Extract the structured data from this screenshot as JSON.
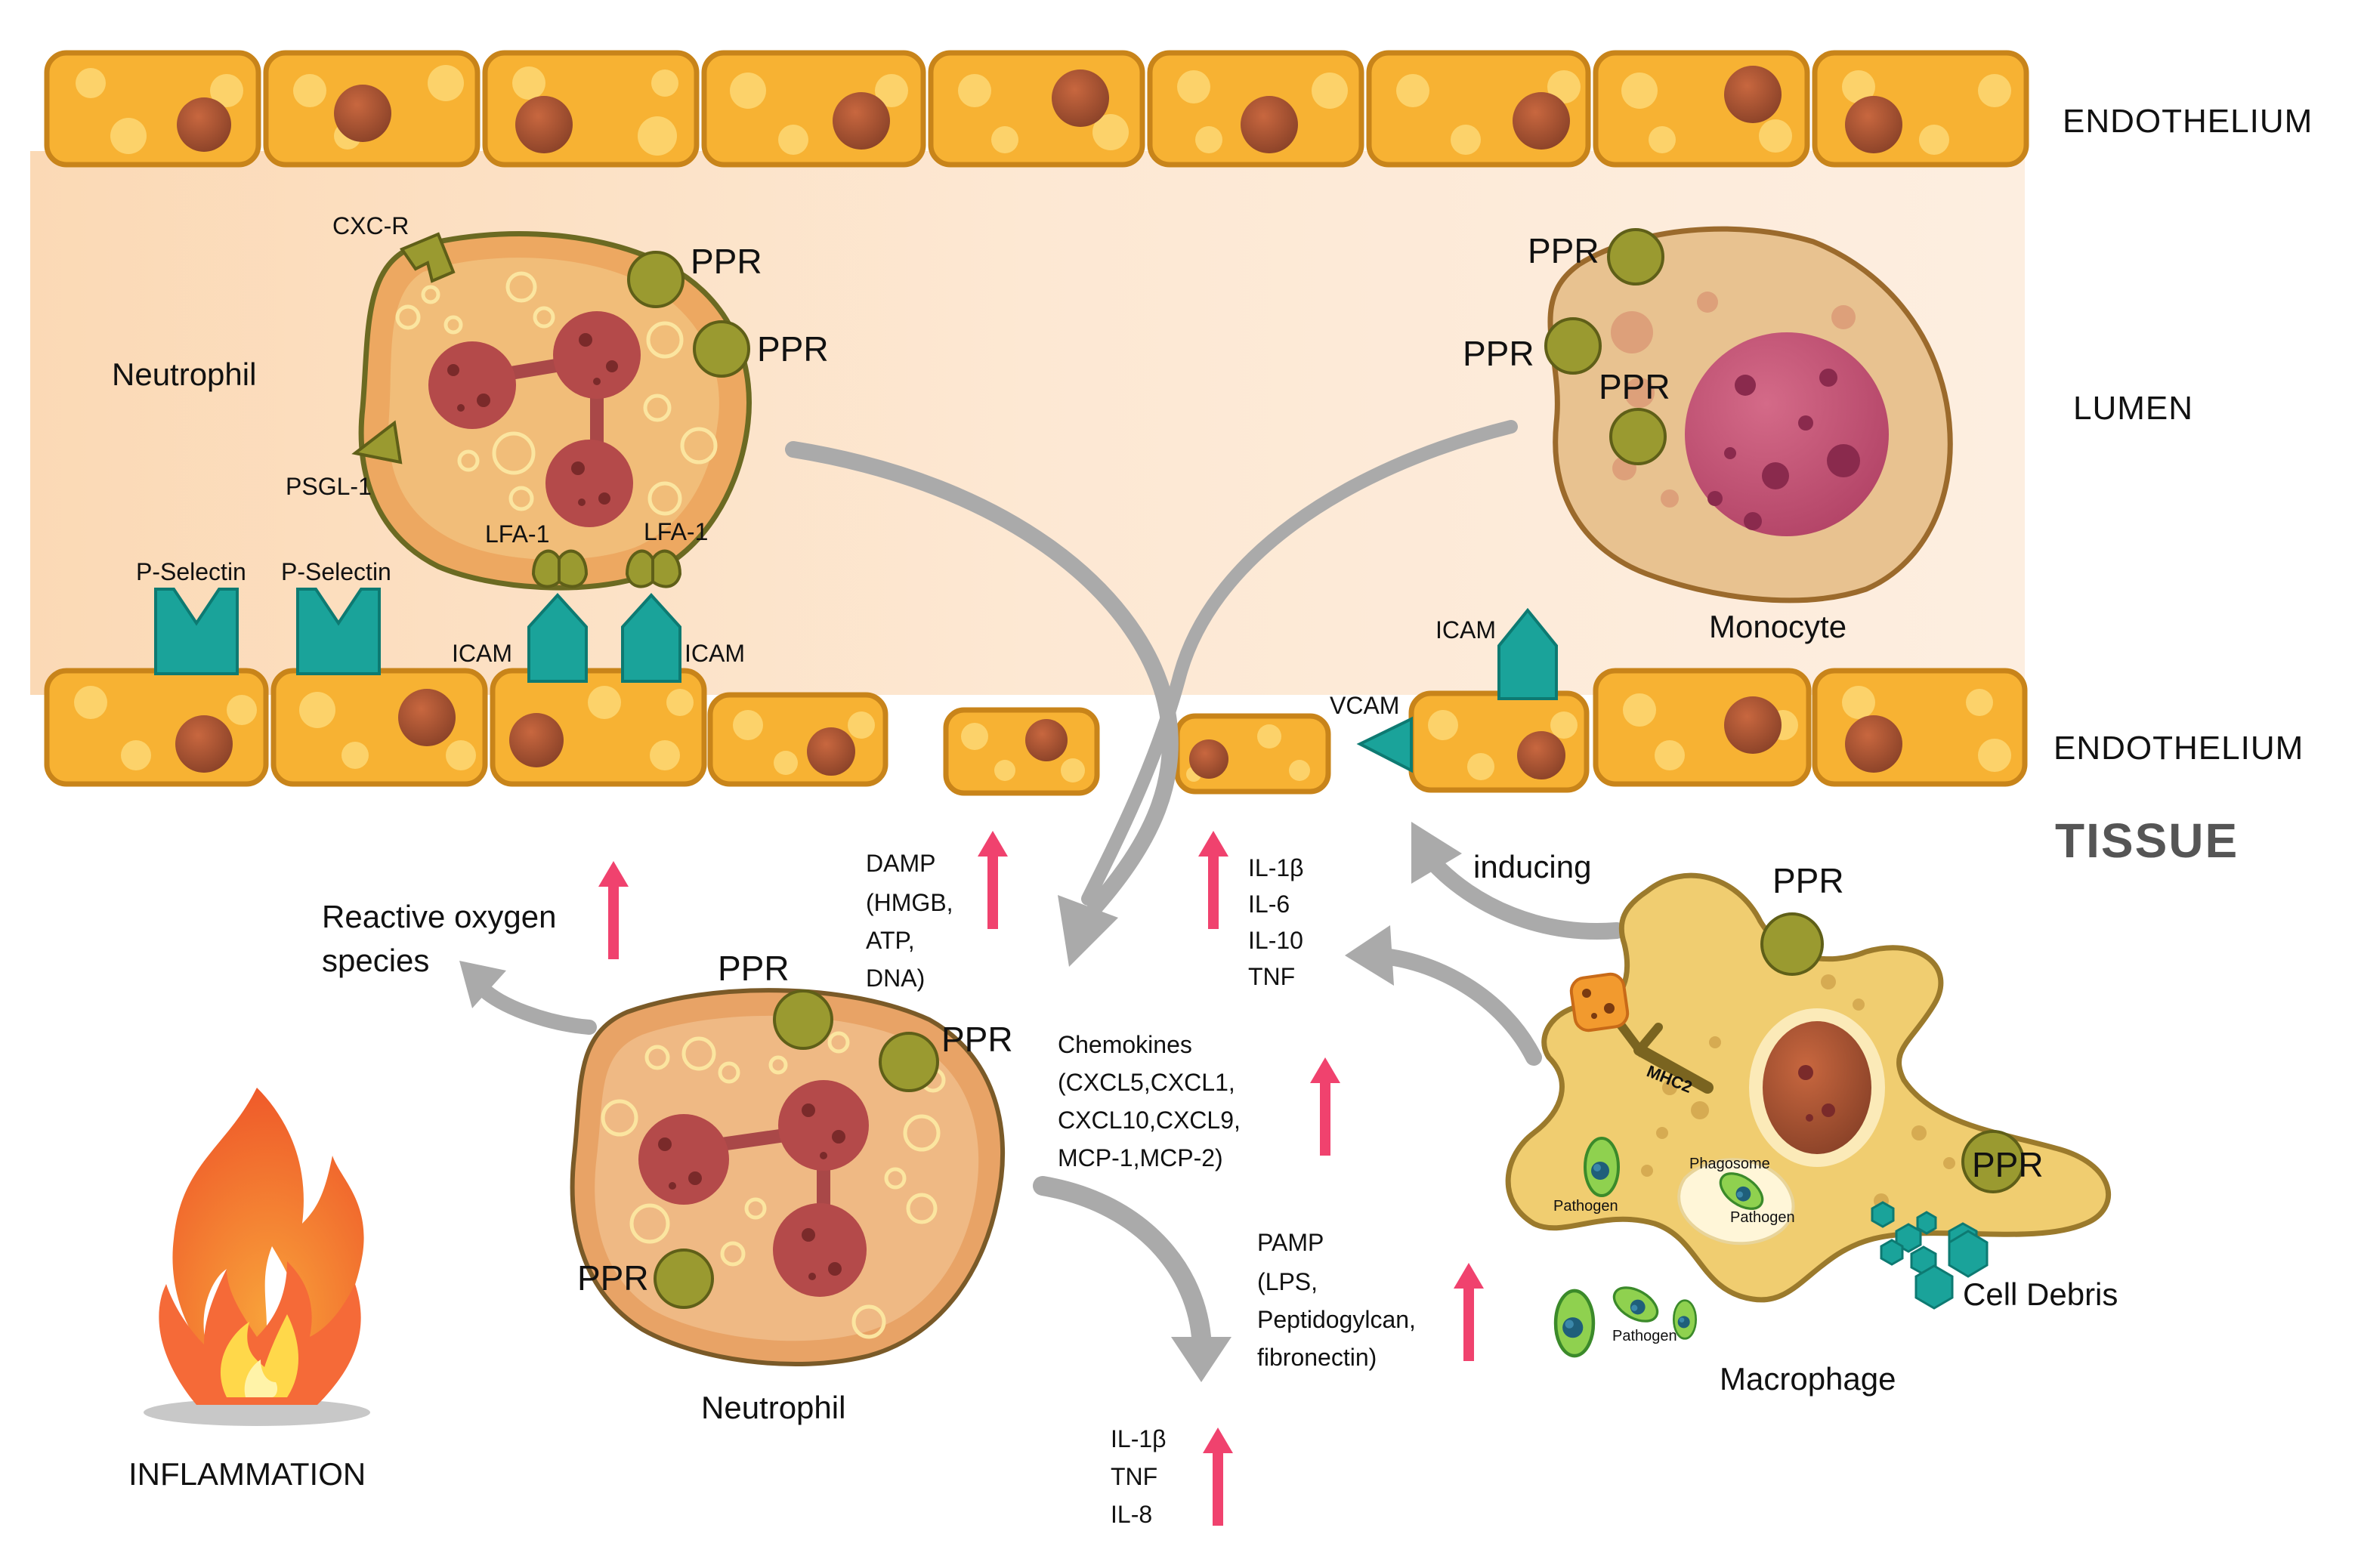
{
  "zones": {
    "endothelium_top": "ENDOTHELIUM",
    "lumen": "LUMEN",
    "endothelium_bottom": "ENDOTHELIUM",
    "tissue": "TISSUE"
  },
  "lumen": {
    "neutrophil": "Neutrophil",
    "cxcr": "CXC-R",
    "ppr": "PPR",
    "psgl": "PSGL-1",
    "lfa": "LFA-1",
    "pselectin": "P-Selectin",
    "icam": "ICAM",
    "monocyte": "Monocyte",
    "vcam": "VCAM"
  },
  "tissue": {
    "ros_line1": "Reactive oxygen",
    "ros_line2": "species",
    "neutrophil": "Neutrophil",
    "ppr": "PPR",
    "inflammation": "INFLAMMATION",
    "damp": [
      "DAMP",
      "(HMGB,",
      "ATP,",
      "DNA)"
    ],
    "cytokines_top": [
      "IL-1β",
      "IL-6",
      "IL-10",
      "TNF"
    ],
    "inducing": "inducing",
    "chemokines": [
      "Chemokines",
      "(CXCL5,CXCL1,",
      "CXCL10,CXCL9,",
      "MCP-1,MCP-2)"
    ],
    "pamp": [
      "PAMP",
      "(LPS,",
      "Peptidogylcan,",
      "fibronectin)"
    ],
    "cytokines_bottom": [
      "IL-1β",
      "TNF",
      "IL-8"
    ],
    "macrophage": "Macrophage",
    "mhc2": "MHC2",
    "phagosome": "Phagosome",
    "pathogen": "Pathogen",
    "cell_debris": "Cell Debris"
  },
  "colors": {
    "cell_orange": "#f7b233",
    "endo_outline": "#c8841a",
    "nucleus": "#b05a3a",
    "receptor_olive": "#9a9a30",
    "teal": "#1aa39a",
    "arrow_pink": "#f0426e",
    "arrow_grey": "#aaaaaa",
    "lumen_tint": "#fde4c8"
  },
  "icons": [
    "flame-icon",
    "up-arrow-icon",
    "curved-arrow-icon",
    "pathogen-icon",
    "debris-icon"
  ]
}
